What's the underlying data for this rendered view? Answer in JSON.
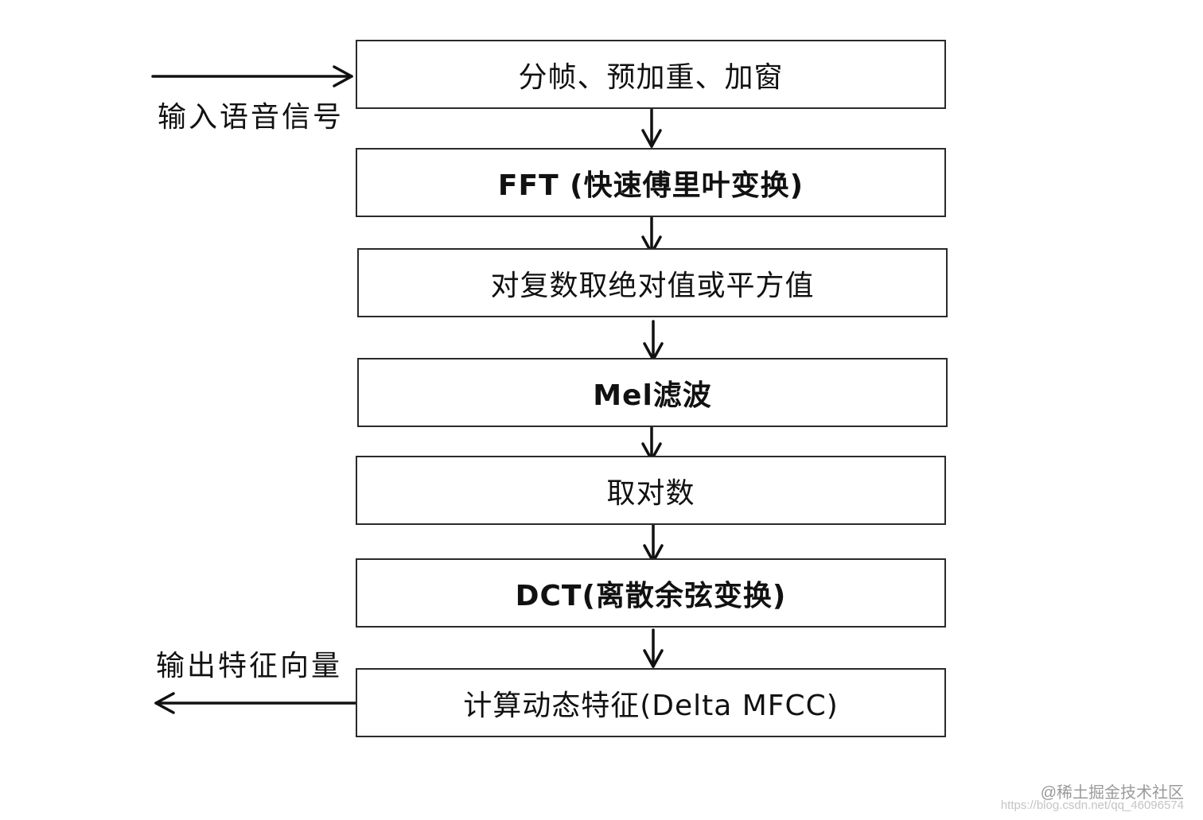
{
  "flowchart": {
    "input_label": "输入语音信号",
    "output_label": "输出特征向量",
    "steps": [
      "分帧、预加重、加窗",
      "FFT (快速傅里叶变换)",
      "对复数取绝对值或平方值",
      "Mel滤波",
      "取对数",
      "DCT(离散余弦变换)",
      "计算动态特征(Delta MFCC)"
    ]
  },
  "watermark": {
    "site": "@稀土掘金技术社区",
    "url": "https://blog.csdn.net/qq_46096574"
  },
  "colors": {
    "line": "#111111",
    "box_border": "#2a2a2a",
    "background": "#ffffff"
  }
}
